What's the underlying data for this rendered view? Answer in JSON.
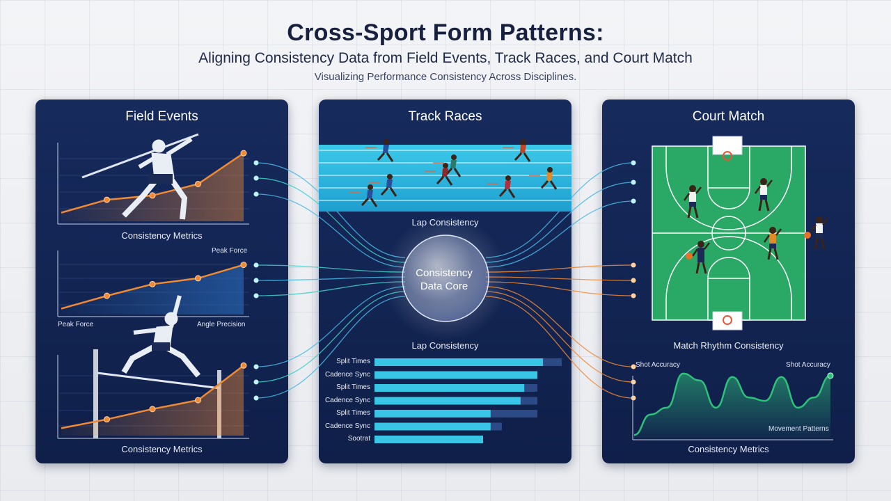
{
  "header": {
    "title": "Cross-Sport Form Patterns:",
    "subtitle": "Aligning Consistency Data from Field Events, Track Races, and Court Match",
    "tagline": "Visualizing Performance Consistency Across Disciplines."
  },
  "field_panel": {
    "title": "Field Events",
    "chart1_label": "Consistency Metrics",
    "chart2_top_label": "Peak Force",
    "chart2_left_label": "Peak Force",
    "chart2_right_label": "Angle Precision",
    "chart3_label": "Consistency Metrics"
  },
  "track_panel": {
    "title": "Track Races",
    "label_top": "Lap Consistency",
    "label_bottom": "Lap Consistency",
    "bar_labels": [
      "Split Times",
      "Cadence Sync",
      "Split Times",
      "Cadence Sync",
      "Split Times",
      "Cadence Sync",
      "Sootrat"
    ]
  },
  "core": {
    "line1": "Consistency",
    "line2": "Data Core"
  },
  "court_panel": {
    "title": "Court Match",
    "rhythm_label": "Match Rhythm Consistency",
    "chart_left_label": "Shot Accuracy",
    "chart_right_label": "Shot Accuracy",
    "chart_inner_label": "Movement Patterns",
    "chart_bottom_label": "Consistency Metrics"
  },
  "colors": {
    "panel": "#132657",
    "orange": "#f08a35",
    "cyan": "#39c6e6",
    "court_green": "#2aa866",
    "wave_green": "#2fc07a"
  },
  "chart_data": [
    {
      "type": "line",
      "name": "field-chart-1",
      "x": [
        1,
        2,
        3,
        4,
        5
      ],
      "values": [
        0.12,
        0.3,
        0.36,
        0.52,
        0.95
      ],
      "ylim": [
        0,
        1
      ],
      "xlabel": "Consistency Metrics"
    },
    {
      "type": "line",
      "name": "field-chart-2",
      "x": [
        1,
        2,
        3,
        4,
        5
      ],
      "values": [
        0.1,
        0.32,
        0.52,
        0.62,
        0.85
      ],
      "ylim": [
        0,
        1
      ]
    },
    {
      "type": "line",
      "name": "field-chart-3",
      "x": [
        1,
        2,
        3,
        4,
        5
      ],
      "values": [
        0.1,
        0.22,
        0.36,
        0.48,
        0.95
      ],
      "ylim": [
        0,
        1
      ],
      "xlabel": "Consistency Metrics"
    },
    {
      "type": "bar",
      "name": "track-bars",
      "categories": [
        "Split Times",
        "Cadence Sync",
        "Split Times",
        "Cadence Sync",
        "Split Times",
        "Cadence Sync",
        "Sootrat"
      ],
      "values": [
        0.9,
        0.87,
        0.8,
        0.78,
        0.62,
        0.62,
        0.58
      ],
      "background": [
        1.0,
        0.87,
        0.87,
        0.87,
        0.87,
        0.68,
        0.58
      ],
      "ylim": [
        0,
        1
      ]
    },
    {
      "type": "area",
      "name": "court-wave",
      "x": [
        0,
        1,
        2,
        3,
        4,
        5,
        6,
        7,
        8,
        9,
        10,
        11,
        12
      ],
      "values": [
        0.05,
        0.35,
        0.45,
        0.95,
        0.85,
        0.45,
        0.9,
        0.6,
        0.55,
        0.9,
        0.45,
        0.6,
        0.92
      ],
      "ylim": [
        0,
        1
      ]
    }
  ]
}
